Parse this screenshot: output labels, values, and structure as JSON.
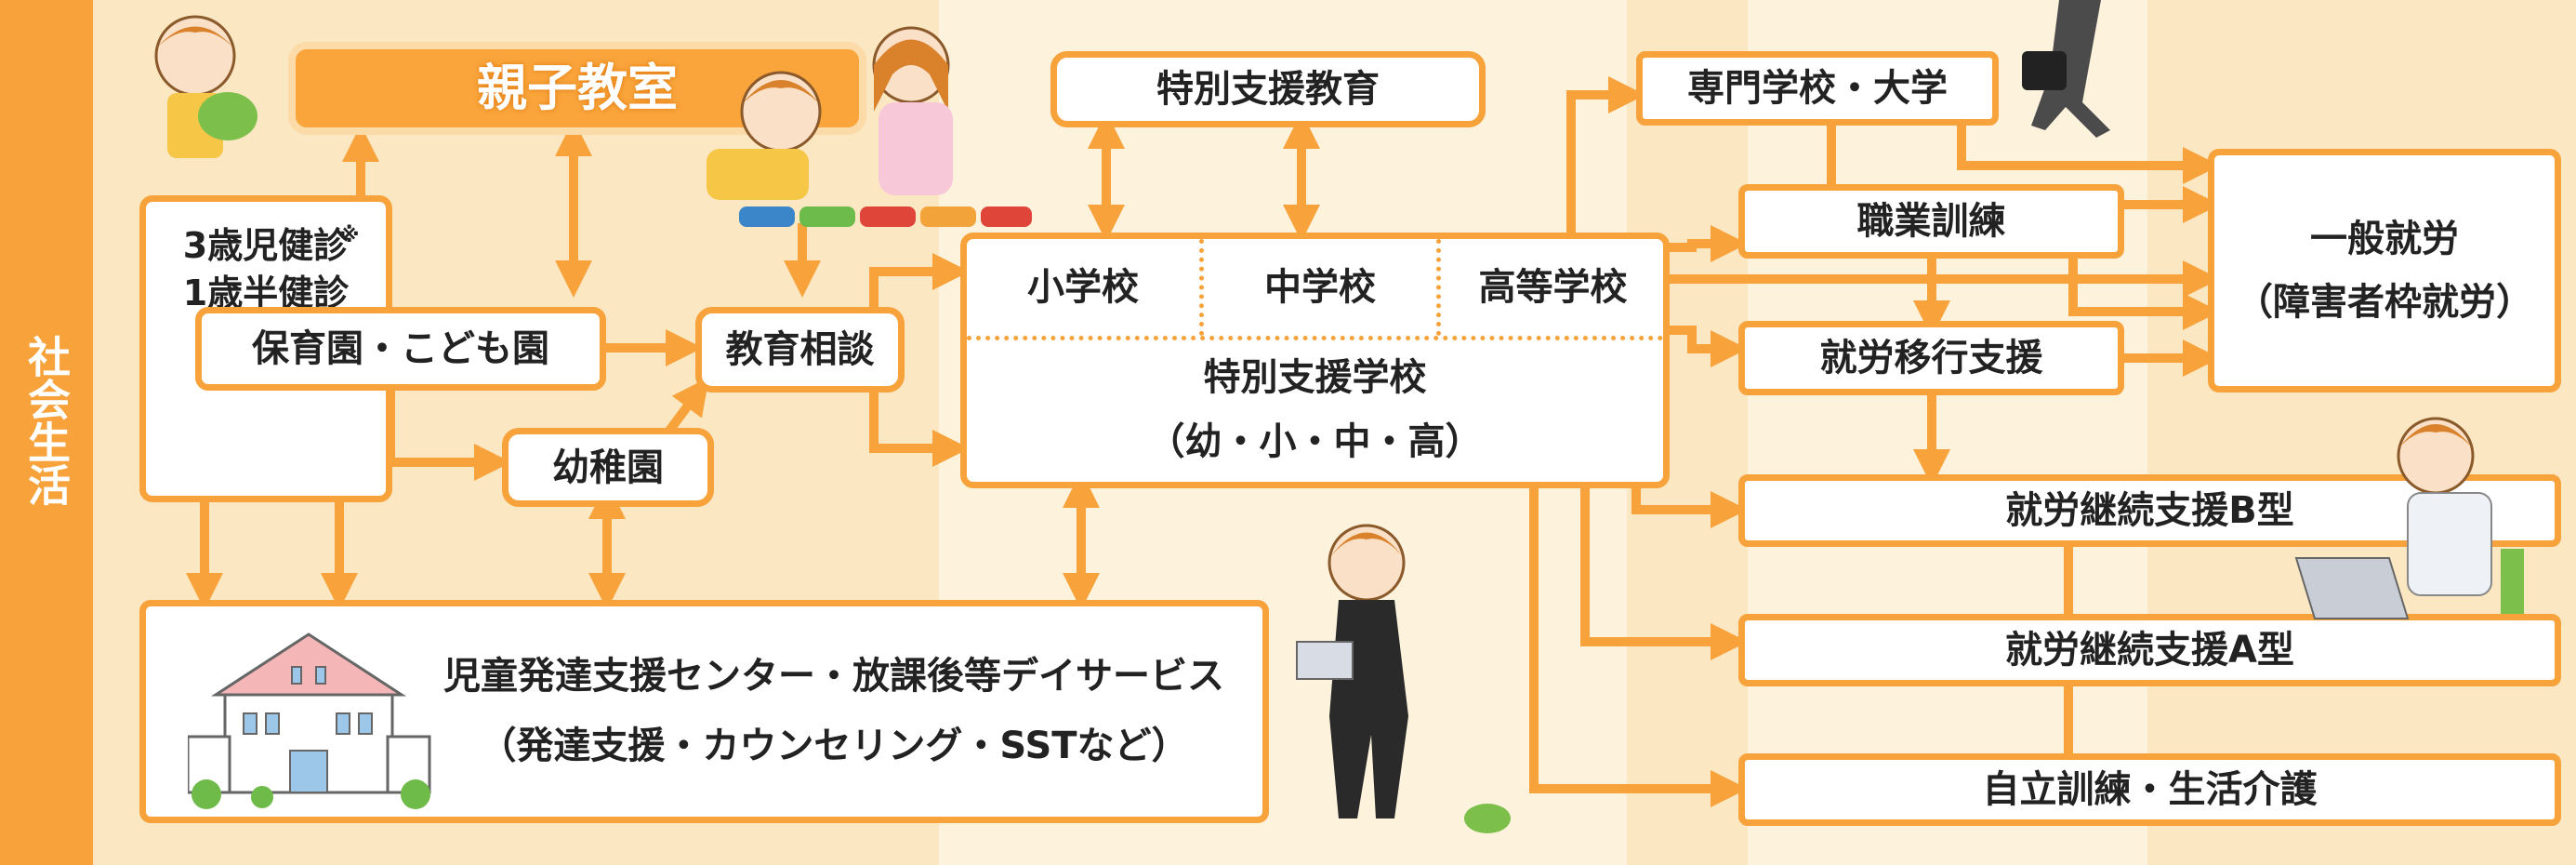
{
  "side_label": "社会生活",
  "boxes": {
    "parent_class": "親子教室",
    "health_check": "3歳児健診\n1歳半健診",
    "health_check_note": "※",
    "nursery": "保育園・こども園",
    "kindergarten": "幼稚園",
    "edu_consult": "教育相談",
    "special_edu": "特別支援教育",
    "elementary": "小学校",
    "junior_high": "中学校",
    "high_school": "高等学校",
    "special_school": "特別支援学校",
    "special_school_levels": "（幼・小・中・高）",
    "center": "児童発達支援センター・放課後等デイサービス",
    "center_sub": "（発達支援・カウンセリング・SSTなど）",
    "college": "専門学校・大学",
    "vocational": "職業訓練",
    "transition": "就労移行支援",
    "general_work": "一般就労\n（障害者枠就労）",
    "type_b": "就労継続支援B型",
    "type_a": "就労継続支援A型",
    "independence": "自立訓練・生活介護"
  },
  "colors": {
    "accent": "#f7a23a",
    "band_light": "#fdf3dc",
    "band_dark": "#fbe7c2"
  }
}
